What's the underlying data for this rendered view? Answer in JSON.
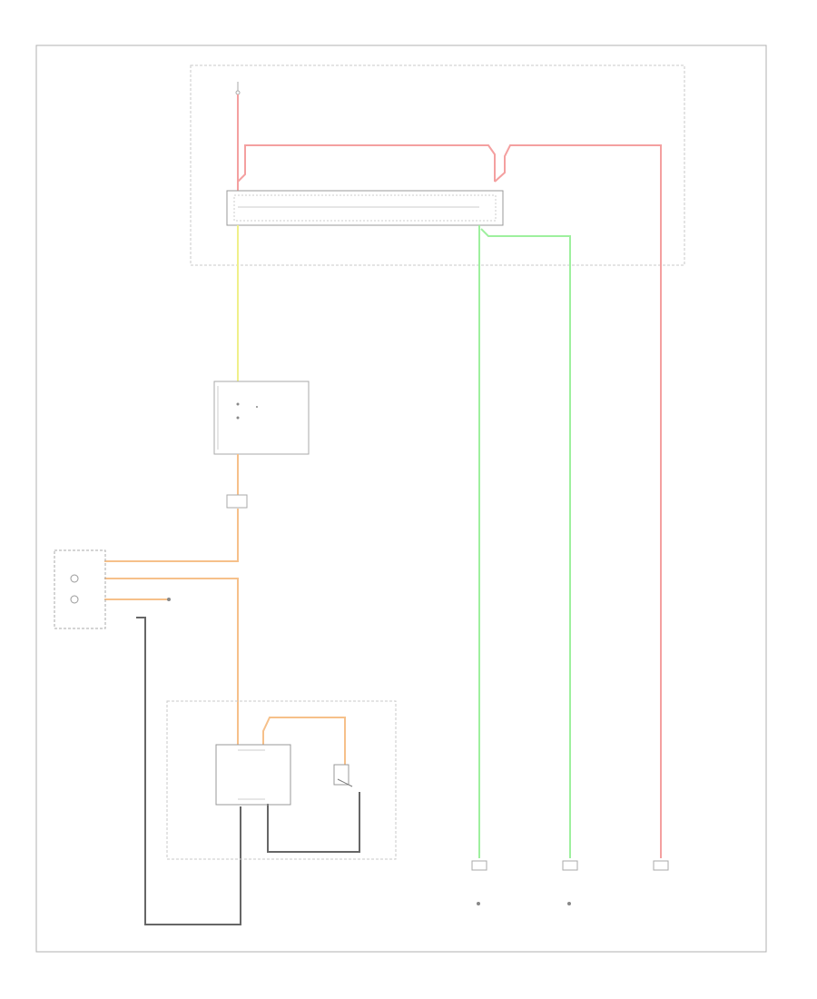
{
  "diagram": {
    "footer_code": "",
    "components": [
      {
        "id": "underhood-box",
        "label": ""
      },
      {
        "id": "fuse",
        "label": ""
      },
      {
        "id": "relay",
        "label": ""
      },
      {
        "id": "control-unit",
        "label": ""
      },
      {
        "id": "switch",
        "label": ""
      },
      {
        "id": "multi-connector",
        "label": ""
      },
      {
        "id": "steering-column",
        "label": ""
      },
      {
        "id": "module",
        "label": ""
      },
      {
        "id": "coil-switch",
        "label": ""
      },
      {
        "id": "ground-1",
        "label": ""
      },
      {
        "id": "ground-2",
        "label": ""
      },
      {
        "id": "ground-3",
        "label": ""
      },
      {
        "id": "sensor",
        "label": ""
      }
    ],
    "wires": [
      {
        "id": "fuse-feed",
        "color": "#f4a0a0"
      },
      {
        "id": "relay-feed",
        "color": "#f4a0a0"
      },
      {
        "id": "yel-1",
        "color": "#f0f08a"
      },
      {
        "id": "org-1",
        "color": "#f6c08a"
      },
      {
        "id": "grn-1",
        "color": "#9ef09e"
      },
      {
        "id": "grn-2",
        "color": "#9ef09e"
      },
      {
        "id": "red-right",
        "color": "#f4a0a0"
      },
      {
        "id": "gray-ground",
        "color": "#666666"
      }
    ],
    "colors": {
      "border": "#aaaaaa",
      "dashed": "#bbbbbb",
      "text": "#777777"
    }
  }
}
